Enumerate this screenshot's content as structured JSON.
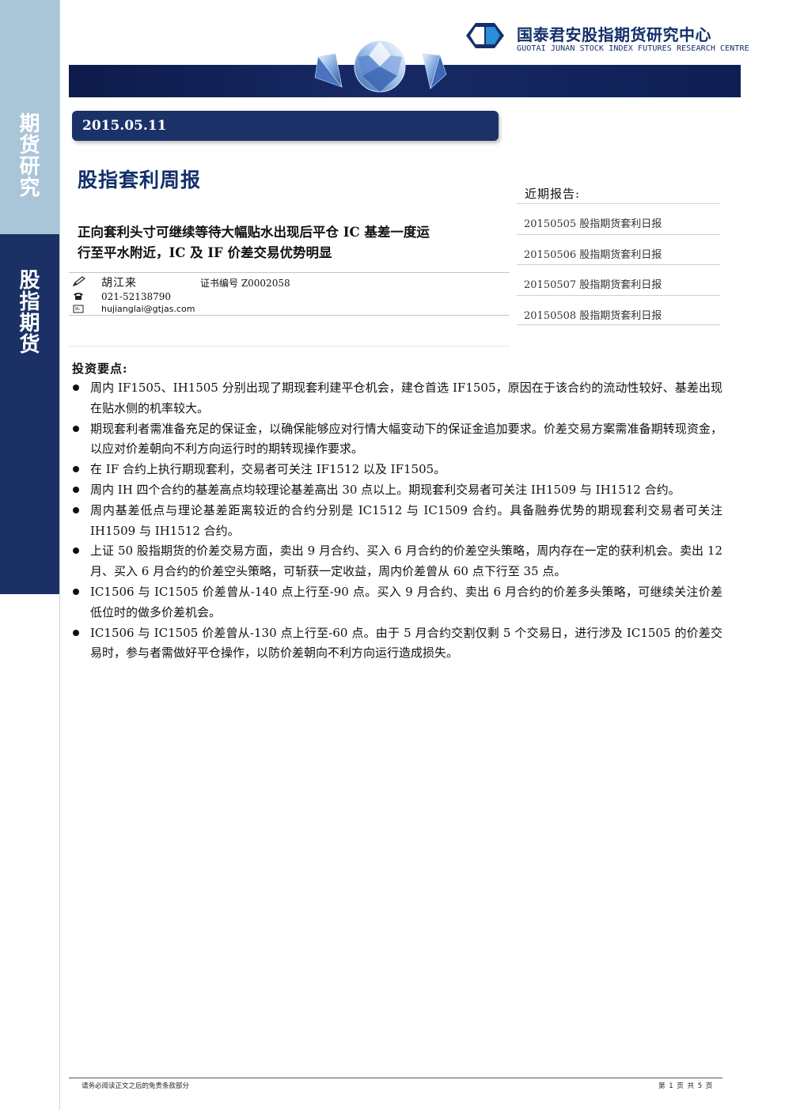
{
  "sidebar": {
    "top_label": [
      "期",
      "货",
      "研",
      "究"
    ],
    "bottom_label": [
      "股",
      "指",
      "期",
      "货"
    ]
  },
  "header": {
    "org_name_cn": "国泰君安股指期货研究中心",
    "org_name_en": "GUOTAI JUNAN STOCK INDEX FUTURES RESEARCH CENTRE",
    "logo_icon": "guotai-junan-logo",
    "banner_art": "diamond-gems"
  },
  "report": {
    "date": "2015.05.11",
    "title": "股指套利周报",
    "headline_lines": [
      "正向套利头寸可继续等待大幅贴水出现后平仓 IC 基差一度运",
      "行至平水附近，IC 及 IF 价差交易优势明显"
    ]
  },
  "author": {
    "name": "胡江来",
    "cert": "证书编号 Z0002058",
    "phone": "021-52138790",
    "email": "hujianglai@gtjas.com"
  },
  "recent": {
    "title": "近期报告:",
    "items": [
      "20150505 股指期货套利日报",
      "20150506 股指期货套利日报",
      "20150507 股指期货套利日报",
      "20150508 股指期货套利日报"
    ]
  },
  "key_points": {
    "title": "投资要点:",
    "items": [
      "周内 IF1505、IH1505 分别出现了期现套利建平仓机会，建仓首选 IF1505，原因在于该合约的流动性较好、基差出现在贴水侧的机率较大。",
      "期现套利者需准备充足的保证金，以确保能够应对行情大幅变动下的保证金追加要求。价差交易方案需准备期转现资金，以应对价差朝向不利方向运行时的期转现操作要求。",
      "在 IF 合约上执行期现套利，交易者可关注 IF1512 以及 IF1505。",
      "周内 IH 四个合约的基差高点均较理论基差高出 30 点以上。期现套利交易者可关注 IH1509 与 IH1512 合约。",
      "周内基差低点与理论基差距离较近的合约分别是 IC1512 与 IC1509 合约。具备融券优势的期现套利交易者可关注 IH1509 与 IH1512 合约。",
      "上证 50 股指期货的价差交易方面，卖出 9 月合约、买入 6 月合约的价差空头策略，周内存在一定的获利机会。卖出 12 月、买入 6 月合约的价差空头策略，可斩获一定收益，周内价差曾从 60 点下行至 35 点。",
      "IC1506 与 IC1505 价差曾从-140 点上行至-90 点。买入 9 月合约、卖出 6 月合约的价差多头策略，可继续关注价差低位时的做多价差机会。",
      "IC1506 与 IC1505 价差曾从-130 点上行至-60 点。由于 5 月合约交割仅剩 5 个交易日，进行涉及 IC1505 的价差交易时，参与者需做好平仓操作，以防价差朝向不利方向运行造成损失。"
    ]
  },
  "footer": {
    "disclaimer": "请务必阅读正文之后的免责条款部分",
    "page_info": "第 1 页 共 5 页"
  }
}
